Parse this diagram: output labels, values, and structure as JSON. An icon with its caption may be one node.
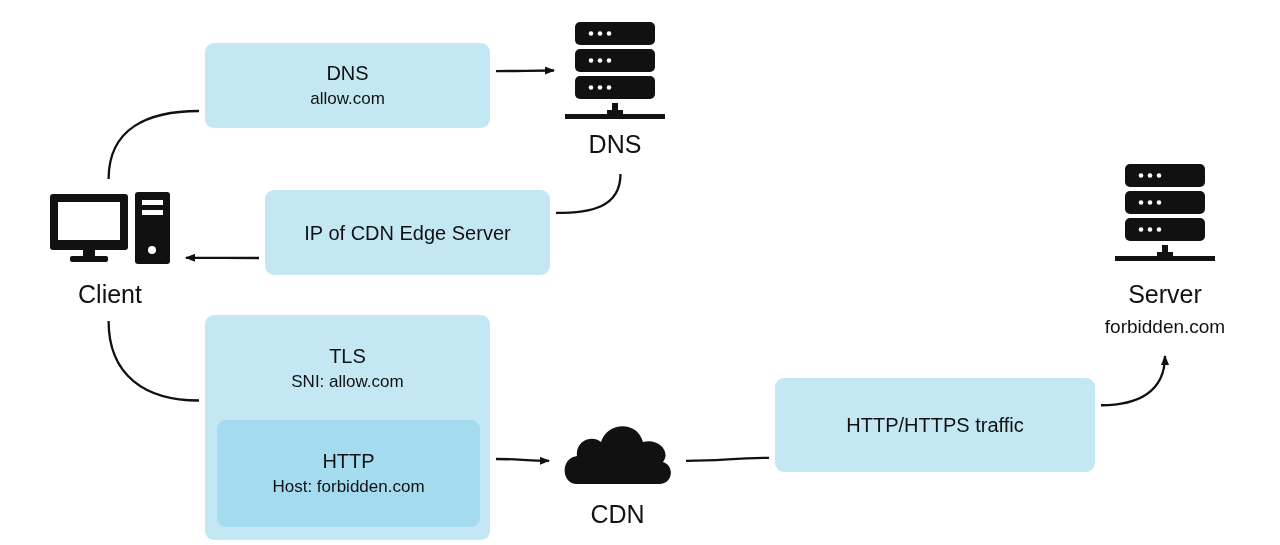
{
  "diagram": {
    "nodes": [
      {
        "text": [
          "DNS",
          "allow.com"
        ]
      },
      {
        "text": [
          "DNS"
        ]
      },
      {
        "text": [
          "IP of CDN Edge Server"
        ]
      },
      {
        "text": [
          "Client"
        ]
      },
      {
        "text": [
          "TLS",
          "SNI: allow.com"
        ]
      },
      {
        "text": [
          "HTTP",
          "Host: forbidden.com"
        ],
        "in": 4
      },
      {
        "text": [
          "CDN"
        ]
      },
      {
        "text": [
          "HTTP/HTTPS traffic"
        ]
      },
      {
        "text": [
          "Server",
          "forbidden.com"
        ]
      }
    ],
    "edges": [
      {
        "from": 3,
        "to": 0,
        "arrow": "none"
      },
      {
        "from": 0,
        "to": 1,
        "arrow": "to"
      },
      {
        "from": 1,
        "to": 2,
        "arrow": "none"
      },
      {
        "from": 2,
        "to": 3,
        "arrow": "to"
      },
      {
        "from": 3,
        "to": 4,
        "arrow": "none"
      },
      {
        "from": 4,
        "to": 6,
        "arrow": "to"
      },
      {
        "from": 6,
        "to": 7,
        "arrow": "none"
      },
      {
        "from": 7,
        "to": 8,
        "arrow": "to"
      }
    ]
  }
}
